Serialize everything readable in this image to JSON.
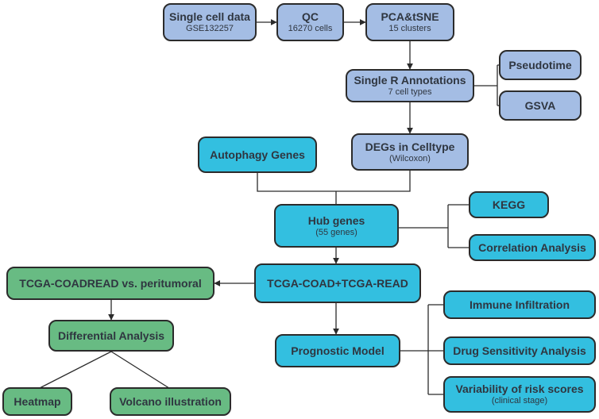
{
  "nodes": {
    "single_cell": {
      "title": "Single cell data",
      "sub": "GSE132257"
    },
    "qc": {
      "title": "QC",
      "sub": "16270 cells"
    },
    "pca": {
      "title": "PCA&tSNE",
      "sub": "15 clusters"
    },
    "singler": {
      "title": "Single R Annotations",
      "sub": "7 cell types"
    },
    "pseudotime": {
      "title": "Pseudotime"
    },
    "gsva": {
      "title": "GSVA"
    },
    "autophagy": {
      "title": "Autophagy Genes"
    },
    "degs": {
      "title": "DEGs in Celltype",
      "sub": "(Wilcoxon)"
    },
    "hub": {
      "title": "Hub genes",
      "sub": "(55 genes)"
    },
    "kegg": {
      "title": "KEGG"
    },
    "correlation": {
      "title": "Correlation Analysis"
    },
    "tcga_peri": {
      "title": "TCGA-COADREAD vs. peritumoral"
    },
    "tcga_coad": {
      "title": "TCGA-COAD+TCGA-READ"
    },
    "diff": {
      "title": "Differential Analysis"
    },
    "immune": {
      "title": "Immune Infiltration"
    },
    "prognostic": {
      "title": "Prognostic Model"
    },
    "drug": {
      "title": "Drug Sensitivity Analysis"
    },
    "risk": {
      "title": "Variability of risk scores",
      "sub": "(clinical stage)"
    },
    "heatmap": {
      "title": "Heatmap"
    },
    "volcano": {
      "title": "Volcano illustration"
    }
  },
  "colors": {
    "lavender": "#a4bde4",
    "cyan": "#33bfe0",
    "green": "#68bb83",
    "line": "#2b2b2b"
  }
}
